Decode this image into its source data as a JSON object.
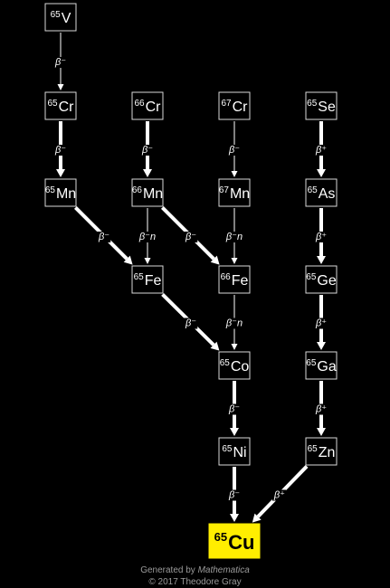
{
  "colors": {
    "background": "#000000",
    "final_fill": "#ffee00",
    "arrow": "#ffffff",
    "credit_text": "#9a9a9a"
  },
  "nuclides": [
    {
      "id": "V65",
      "mass": "65",
      "symbol": "V"
    },
    {
      "id": "Cr65",
      "mass": "65",
      "symbol": "Cr"
    },
    {
      "id": "Cr66",
      "mass": "66",
      "symbol": "Cr"
    },
    {
      "id": "Cr67",
      "mass": "67",
      "symbol": "Cr"
    },
    {
      "id": "Se65",
      "mass": "65",
      "symbol": "Se"
    },
    {
      "id": "Mn65",
      "mass": "65",
      "symbol": "Mn"
    },
    {
      "id": "Mn66",
      "mass": "66",
      "symbol": "Mn"
    },
    {
      "id": "Mn67",
      "mass": "67",
      "symbol": "Mn"
    },
    {
      "id": "As65",
      "mass": "65",
      "symbol": "As"
    },
    {
      "id": "Fe65",
      "mass": "65",
      "symbol": "Fe"
    },
    {
      "id": "Fe66",
      "mass": "66",
      "symbol": "Fe"
    },
    {
      "id": "Ge65",
      "mass": "65",
      "symbol": "Ge"
    },
    {
      "id": "Co65",
      "mass": "65",
      "symbol": "Co"
    },
    {
      "id": "Ga65",
      "mass": "65",
      "symbol": "Ga"
    },
    {
      "id": "Ni65",
      "mass": "65",
      "symbol": "Ni"
    },
    {
      "id": "Zn65",
      "mass": "65",
      "symbol": "Zn"
    },
    {
      "id": "Cu65",
      "mass": "65",
      "symbol": "Cu",
      "final": true
    }
  ],
  "decays": [
    {
      "from": "V65",
      "to": "Cr65",
      "mode": "β⁻",
      "weight": "thin"
    },
    {
      "from": "Cr65",
      "to": "Mn65",
      "mode": "β⁻",
      "weight": "thick"
    },
    {
      "from": "Cr66",
      "to": "Mn66",
      "mode": "β⁻",
      "weight": "thick"
    },
    {
      "from": "Cr67",
      "to": "Mn67",
      "mode": "β⁻",
      "weight": "thin"
    },
    {
      "from": "Se65",
      "to": "As65",
      "mode": "β⁺",
      "weight": "thick"
    },
    {
      "from": "Mn65",
      "to": "Fe65",
      "mode": "β⁻",
      "weight": "thick"
    },
    {
      "from": "Mn66",
      "to": "Fe65",
      "mode": "β⁻n",
      "weight": "thin"
    },
    {
      "from": "Mn66",
      "to": "Fe66",
      "mode": "β⁻",
      "weight": "thick"
    },
    {
      "from": "Mn67",
      "to": "Fe66",
      "mode": "β⁻n",
      "weight": "thin"
    },
    {
      "from": "As65",
      "to": "Ge65",
      "mode": "β⁺",
      "weight": "thick"
    },
    {
      "from": "Fe65",
      "to": "Co65",
      "mode": "β⁻",
      "weight": "thick"
    },
    {
      "from": "Fe66",
      "to": "Co65",
      "mode": "β⁻n",
      "weight": "thin"
    },
    {
      "from": "Ge65",
      "to": "Ga65",
      "mode": "β⁺",
      "weight": "thick"
    },
    {
      "from": "Co65",
      "to": "Ni65",
      "mode": "β⁻",
      "weight": "thick"
    },
    {
      "from": "Ga65",
      "to": "Zn65",
      "mode": "β⁺",
      "weight": "thick"
    },
    {
      "from": "Ni65",
      "to": "Cu65",
      "mode": "β⁻",
      "weight": "thick"
    },
    {
      "from": "Zn65",
      "to": "Cu65",
      "mode": "β⁺",
      "weight": "thick"
    }
  ],
  "credits": {
    "generated_prefix": "Generated by ",
    "generator": "Mathematica",
    "copyright": "© 2017 Theodore Gray"
  }
}
